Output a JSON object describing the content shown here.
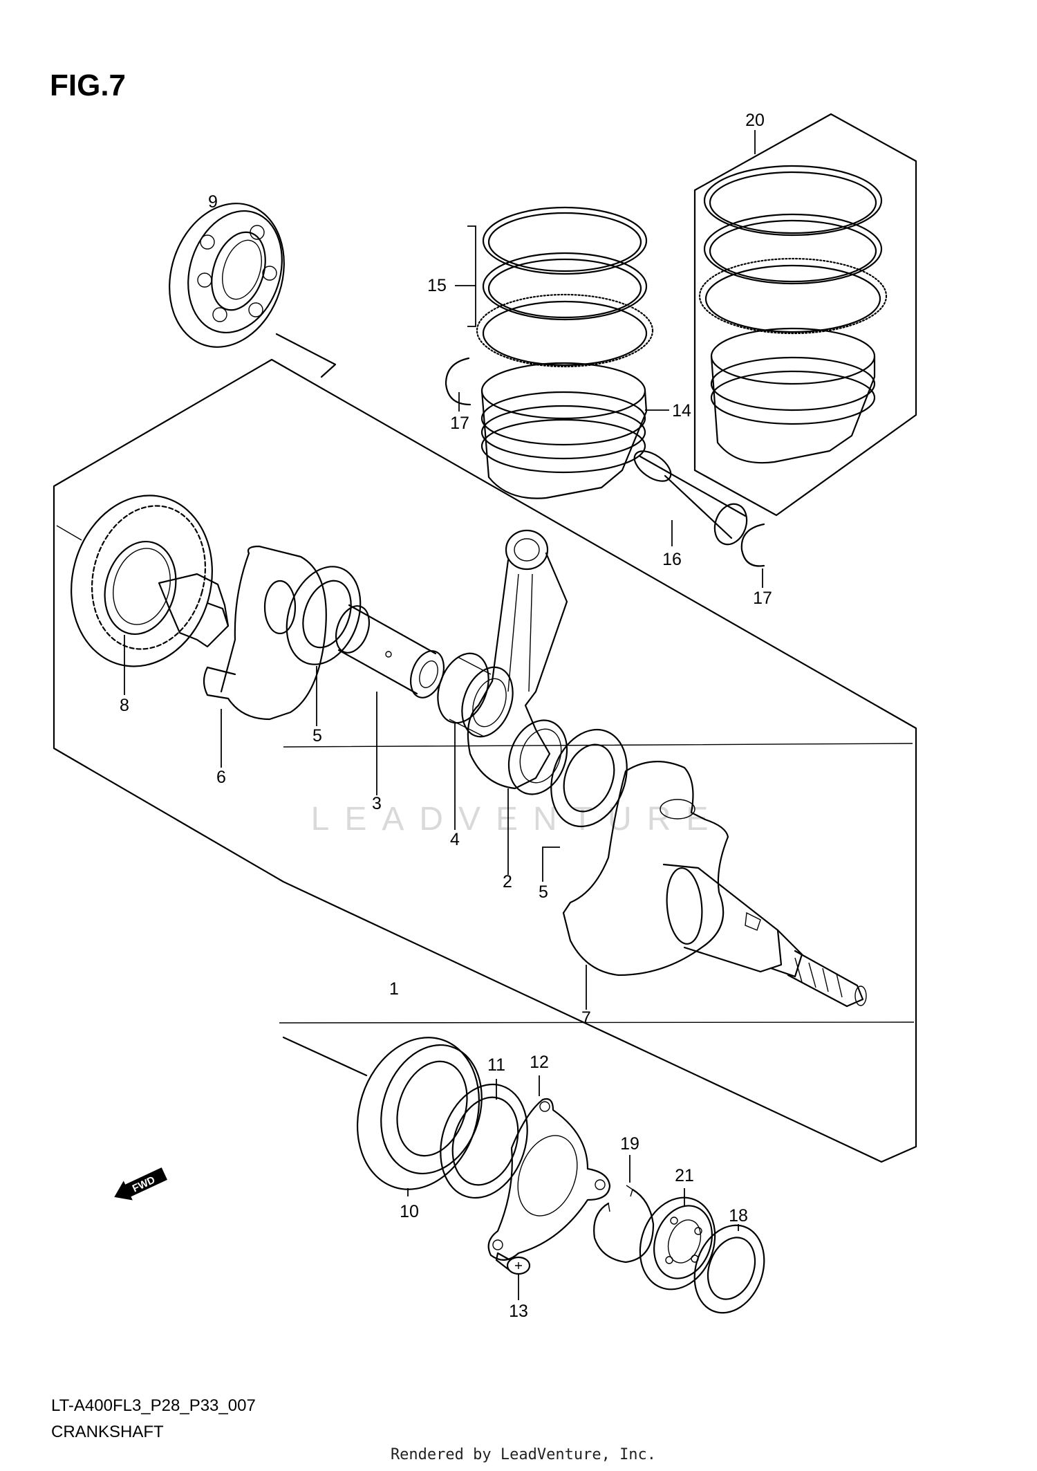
{
  "figure": {
    "title": "FIG.7"
  },
  "footer": {
    "model_code": "LT-A400FL3_P28_P33_007",
    "section_name": "CRANKSHAFT",
    "rendered_by": "Rendered by LeadVenture, Inc."
  },
  "watermark": "LEADVENTURE",
  "direction_marker": {
    "label": "FWD",
    "icon": "forward-arrow-icon"
  },
  "callouts": [
    {
      "number": "1",
      "part": "crankshaft assembly"
    },
    {
      "number": "2",
      "part": "connecting rod"
    },
    {
      "number": "3",
      "part": "crank pin"
    },
    {
      "number": "4",
      "part": "needle bearing"
    },
    {
      "number": "5",
      "part": "thrust washer"
    },
    {
      "number": "6",
      "part": "crank web left"
    },
    {
      "number": "7",
      "part": "crank web right"
    },
    {
      "number": "8",
      "part": "gear"
    },
    {
      "number": "9",
      "part": "ball bearing"
    },
    {
      "number": "10",
      "part": "bearing"
    },
    {
      "number": "11",
      "part": "oil seal"
    },
    {
      "number": "12",
      "part": "retainer plate"
    },
    {
      "number": "13",
      "part": "screw"
    },
    {
      "number": "14",
      "part": "piston"
    },
    {
      "number": "15",
      "part": "piston ring set"
    },
    {
      "number": "16",
      "part": "piston pin"
    },
    {
      "number": "17",
      "part": "circlip"
    },
    {
      "number": "18",
      "part": "seal"
    },
    {
      "number": "19",
      "part": "circlip"
    },
    {
      "number": "20",
      "part": "piston set"
    },
    {
      "number": "21",
      "part": "bearing"
    }
  ]
}
